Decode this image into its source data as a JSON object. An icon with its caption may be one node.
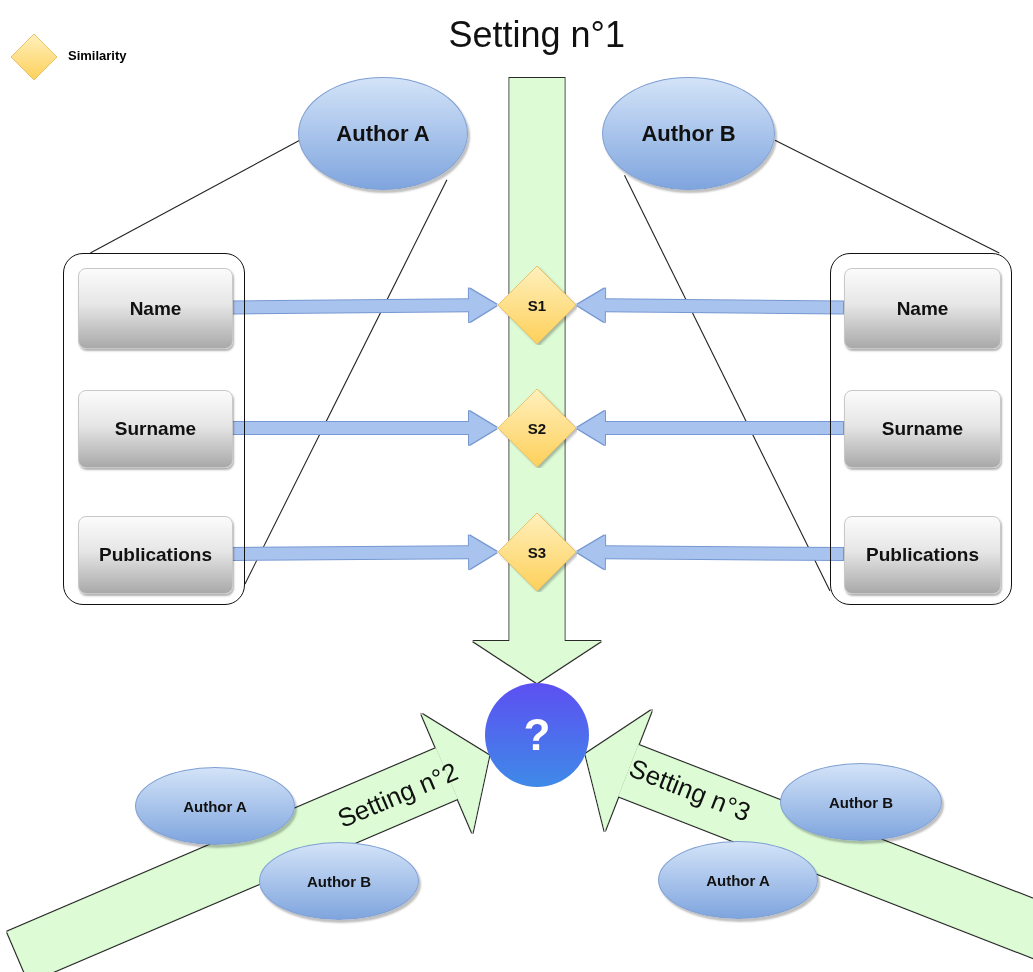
{
  "diagram": {
    "nodes": [
      {
        "text": [
          "Author A"
        ]
      },
      {
        "text": [
          "Author B"
        ]
      },
      {
        "text": [],
        "shape": "box"
      },
      {
        "text": [
          "Name"
        ],
        "in": 2
      },
      {
        "text": [
          "Surname"
        ],
        "in": 2
      },
      {
        "text": [
          "Publications"
        ],
        "in": 2
      },
      {
        "text": [],
        "shape": "box"
      },
      {
        "text": [
          "Name"
        ],
        "in": 6
      },
      {
        "text": [
          "Surname"
        ],
        "in": 6
      },
      {
        "text": [
          "Publications"
        ],
        "in": 6
      },
      {
        "text": [
          "S1"
        ]
      },
      {
        "text": [
          "S2"
        ]
      },
      {
        "text": [
          "S3"
        ]
      },
      {
        "text": [
          "?"
        ]
      },
      {
        "text": [
          "Author A"
        ]
      },
      {
        "text": [
          "Author B"
        ]
      },
      {
        "text": [
          "Author B"
        ]
      },
      {
        "text": [
          "Author A"
        ]
      }
    ],
    "edges": [
      {
        "from": 0,
        "to": 2,
        "arrow": "none",
        "color": "#222222"
      },
      {
        "from": 0,
        "to": 2,
        "arrow": "none",
        "color": "#222222"
      },
      {
        "from": 1,
        "to": 6,
        "arrow": "none",
        "color": "#222222"
      },
      {
        "from": 1,
        "to": 6,
        "arrow": "none",
        "color": "#222222"
      },
      {
        "from": 3,
        "to": 10,
        "arrow": "to"
      },
      {
        "from": 7,
        "to": 10,
        "arrow": "to"
      },
      {
        "from": 4,
        "to": 11,
        "arrow": "to"
      },
      {
        "from": 8,
        "to": 11,
        "arrow": "to"
      },
      {
        "from": 5,
        "to": 12,
        "arrow": "to"
      },
      {
        "from": 9,
        "to": 12,
        "arrow": "to"
      },
      {
        "from": null,
        "to": 13,
        "arrow": "to",
        "style": "thick",
        "color": "#ddfcd6",
        "label": "Setting n°1"
      },
      {
        "from": null,
        "to": 13,
        "arrow": "to",
        "style": "thick",
        "color": "#ddfcd6",
        "label": "Setting n°2"
      },
      {
        "from": null,
        "to": 13,
        "arrow": "to",
        "style": "thick",
        "color": "#ddfcd6",
        "label": "Setting n°3"
      }
    ],
    "legend": [
      {
        "text": "Similarity"
      }
    ]
  }
}
